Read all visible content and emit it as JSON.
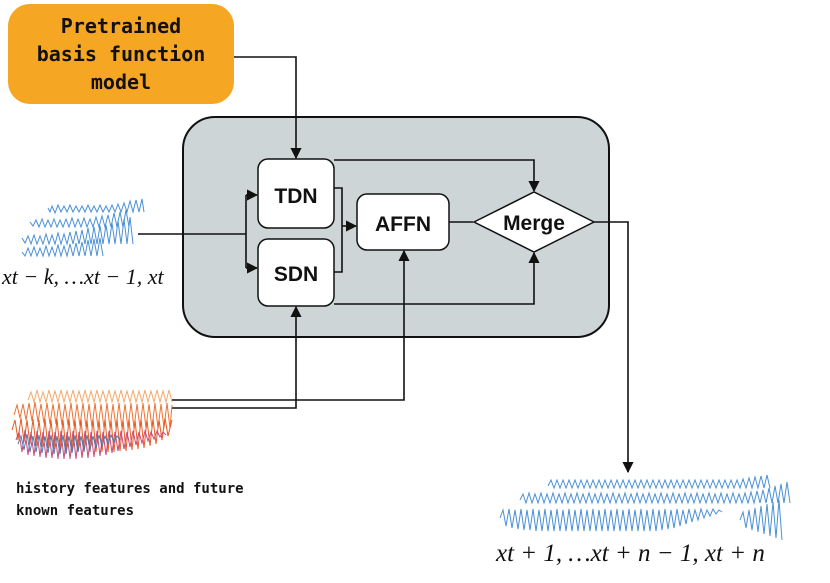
{
  "nodes": {
    "pretrained": {
      "lines": [
        "Pretrained",
        "basis function",
        "model"
      ],
      "color": "#f5a623"
    },
    "tdn": {
      "label": "TDN"
    },
    "sdn": {
      "label": "SDN"
    },
    "affn": {
      "label": "AFFN"
    },
    "merge": {
      "label": "Merge"
    },
    "container": {
      "color": "#cdd5d6"
    }
  },
  "inputs": {
    "history_label_line1": "history features and future",
    "history_label_line2": "known features",
    "input_sequence": "xt − k, …xt − 1, xt"
  },
  "outputs": {
    "output_sequence": "xt + 1, …xt + n − 1, xt + n"
  },
  "colors": {
    "series_blue": "#4a90d9",
    "series_orange": "#f07030",
    "series_red": "#d04040",
    "line": "#111111"
  }
}
